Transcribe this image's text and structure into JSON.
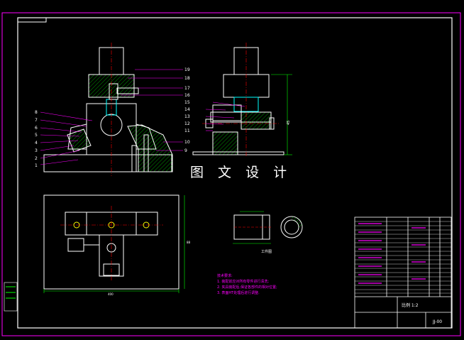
{
  "watermark": "图 文 设 计",
  "balloon_numbers_front": [
    "1",
    "2",
    "3",
    "4",
    "5",
    "6",
    "7",
    "8"
  ],
  "balloon_numbers_side": [
    "9",
    "10",
    "11",
    "12",
    "13",
    "14",
    "15",
    "16",
    "17",
    "18",
    "19"
  ],
  "dimension_labels": {
    "top_view_width": "400",
    "top_view_height": "88",
    "side_view_height": "45"
  },
  "workpiece_label": "工件图",
  "tech_notes": {
    "title": "技术要求:",
    "items": [
      "1. 装配前应对所有零件进行清洗;",
      "2. 夹具装配后,保证各部件的相对位置;",
      "3. 表面HT处理后进行调整."
    ]
  },
  "title_block": {
    "quantity_scale": "比例 1:2",
    "drawing_code": "JJ-00"
  },
  "colors": {
    "outline": "#ffffff",
    "border": "#ff00ff",
    "centerline": "#ff0000",
    "hatch": "#00ff00",
    "leader": "#ff00ff",
    "cyan": "#00ffff",
    "yellow": "#ffff00"
  }
}
